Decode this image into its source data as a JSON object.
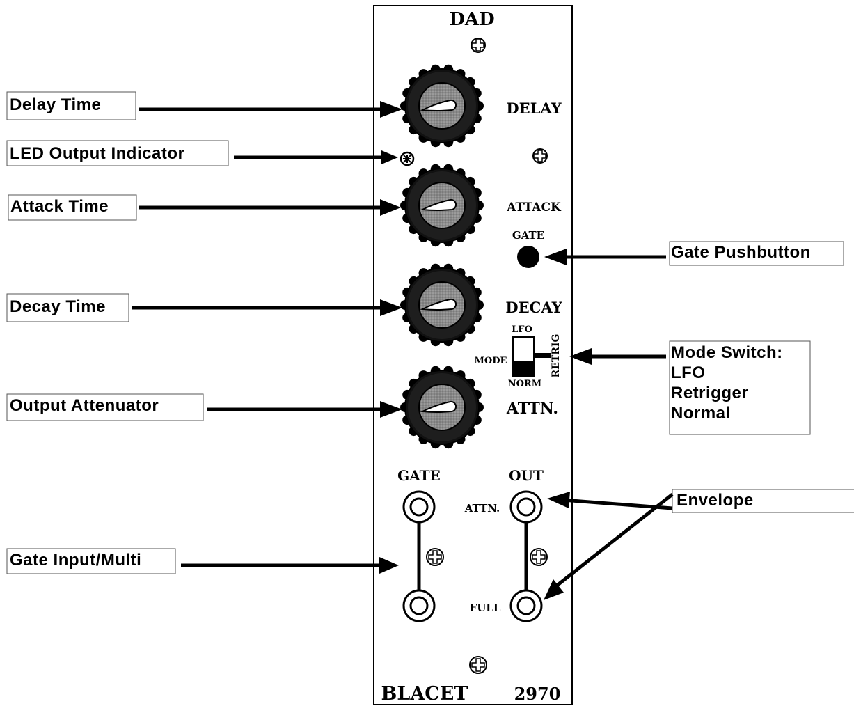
{
  "panel": {
    "title": "DAD",
    "knob_labels": {
      "delay": "DELAY",
      "attack": "ATTACK",
      "decay": "DECAY",
      "attn": "ATTN."
    },
    "gate_button_label": "GATE",
    "mode_switch": {
      "label": "MODE",
      "top": "LFO",
      "bottom": "NORM",
      "side": "RETRIG"
    },
    "jacks": {
      "gate_header": "GATE",
      "out_header": "OUT",
      "attn_label": "ATTN.",
      "full_label": "FULL"
    },
    "brand": "BLACET",
    "model": "2970"
  },
  "callouts": {
    "delay_time": "Delay Time",
    "led_output": "LED Output Indicator",
    "attack_time": "Attack Time",
    "decay_time": "Decay Time",
    "output_attenuator": "Output Attenuator",
    "gate_input": "Gate Input/Multi",
    "gate_pushbutton": "Gate Pushbutton",
    "mode_switch_lines": [
      "Mode Switch:",
      "LFO",
      "Retrigger",
      "Normal"
    ],
    "envelope_outputs": "Envelope"
  }
}
